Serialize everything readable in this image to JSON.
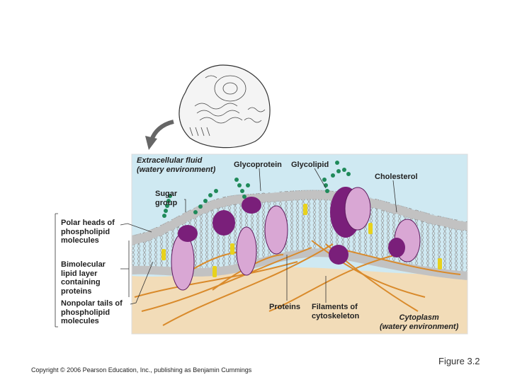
{
  "labels": {
    "extracellular": [
      "Extracellular fluid",
      "(watery environment)"
    ],
    "glycoprotein": "Glycoprotein",
    "glycolipid": "Glycolipid",
    "cholesterol": "Cholesterol",
    "sugar_group": [
      "Sugar",
      "group"
    ],
    "polar_heads": [
      "Polar heads of",
      "phospholipid",
      "molecules"
    ],
    "bimolecular": [
      "Bimolecular",
      "lipid layer",
      "containing",
      "proteins"
    ],
    "nonpolar_tails": [
      "Nonpolar tails of",
      "phospholipid",
      "molecules"
    ],
    "proteins": "Proteins",
    "filaments": [
      "Filaments of",
      "cytoskeleton"
    ],
    "cytoplasm": [
      "Cytoplasm",
      "(watery environment)"
    ]
  },
  "figure_label": "Figure 3.2",
  "copyright": "Copyright © 2006 Pearson Education, Inc., publishing as Benjamin Cummings",
  "colors": {
    "extracellular": "#cfe9f2",
    "cytoplasm": "#f2dcb8",
    "protein": "#7a1f7a",
    "protein_light": "#d9a7d4",
    "sugar": "#1f8a5a",
    "head": "#b9b9b9",
    "filament": "#d98a2b",
    "cholesterol": "#e8d21c"
  }
}
